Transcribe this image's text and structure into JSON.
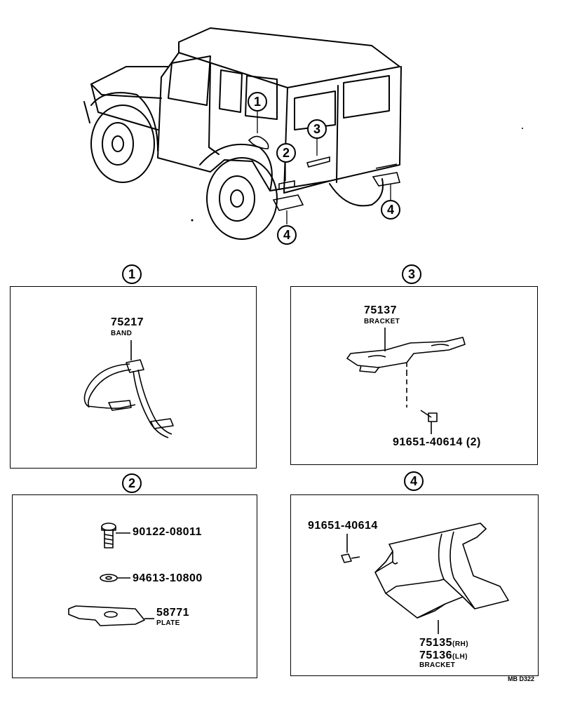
{
  "callouts": {
    "c1": "1",
    "c2": "2",
    "c3": "3",
    "c4a": "4",
    "c4b": "4"
  },
  "panels": {
    "p1": {
      "header": "1",
      "part_no": "75217",
      "part_name": "BAND"
    },
    "p2": {
      "header": "2",
      "bolt_no": "90122-08011",
      "washer_no": "94613-10800",
      "plate_no": "58771",
      "plate_name": "PLATE"
    },
    "p3": {
      "header": "3",
      "part_no": "75137",
      "part_name": "BRACKET",
      "bolt_no": "91651-40614",
      "bolt_qty": "(2)"
    },
    "p4": {
      "header": "4",
      "bolt_no": "91651-40614",
      "rh_no": "75135",
      "rh_suffix": "(RH)",
      "lh_no": "75136",
      "lh_suffix": "(LH)",
      "part_name": "BRACKET"
    }
  },
  "ref_code": "MB D322"
}
